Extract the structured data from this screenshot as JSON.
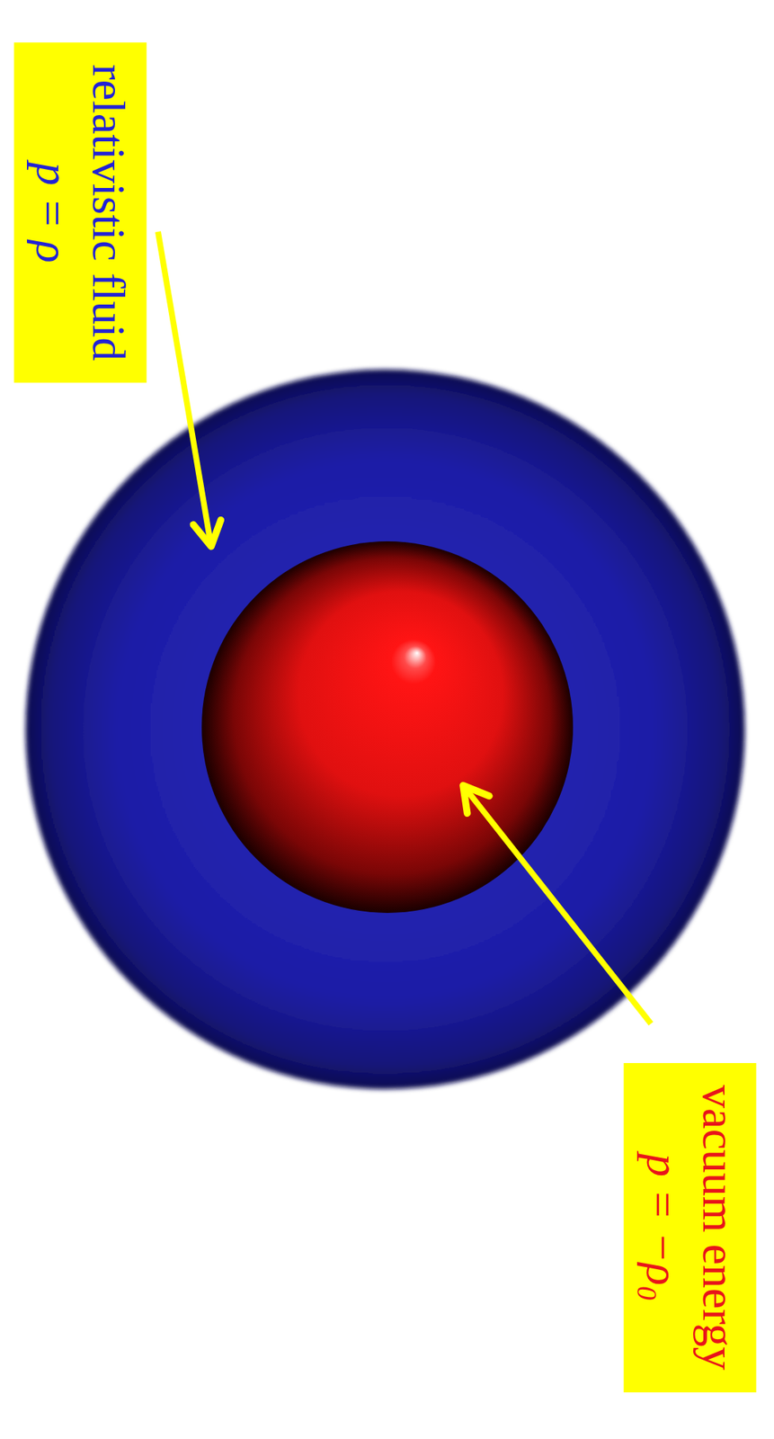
{
  "diagram": {
    "nodes": [
      {
        "text": [
          "relativistic fluid",
          "p = ρ"
        ]
      },
      {
        "text": [
          "vacuum energy",
          "p = −ρ₀"
        ]
      }
    ]
  }
}
